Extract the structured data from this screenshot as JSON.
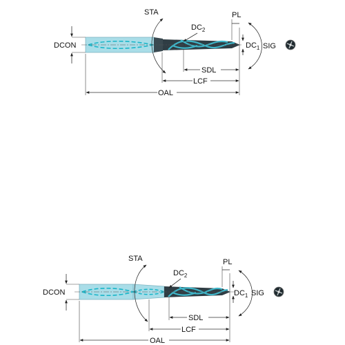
{
  "colors": {
    "shank_fill": "#a9dde8",
    "shank_stroke": "#7fb5c2",
    "coolant_dash": "#18b5c8",
    "flute_body": "#2f3d44",
    "flute_highlight": "#3fb6c9",
    "line": "#333333"
  },
  "figures": [
    {
      "labels": {
        "sta": "STA",
        "dc2_main": "DC",
        "dc2_sub": "2",
        "pl": "PL",
        "dcon": "DCON",
        "dc1_main": "DC",
        "dc1_sub": "1",
        "sig": "SIG",
        "sdl": "SDL",
        "lcf": "LCF",
        "oal": "OAL"
      },
      "end_view_icon": "drill-end-view-icon"
    },
    {
      "labels": {
        "sta": "STA",
        "dc2_main": "DC",
        "dc2_sub": "2",
        "pl": "PL",
        "dcon": "DCON",
        "dc1_main": "DC",
        "dc1_sub": "1",
        "sig": "SIG",
        "sdl": "SDL",
        "lcf": "LCF",
        "oal": "OAL"
      },
      "end_view_icon": "drill-end-view-icon"
    }
  ]
}
